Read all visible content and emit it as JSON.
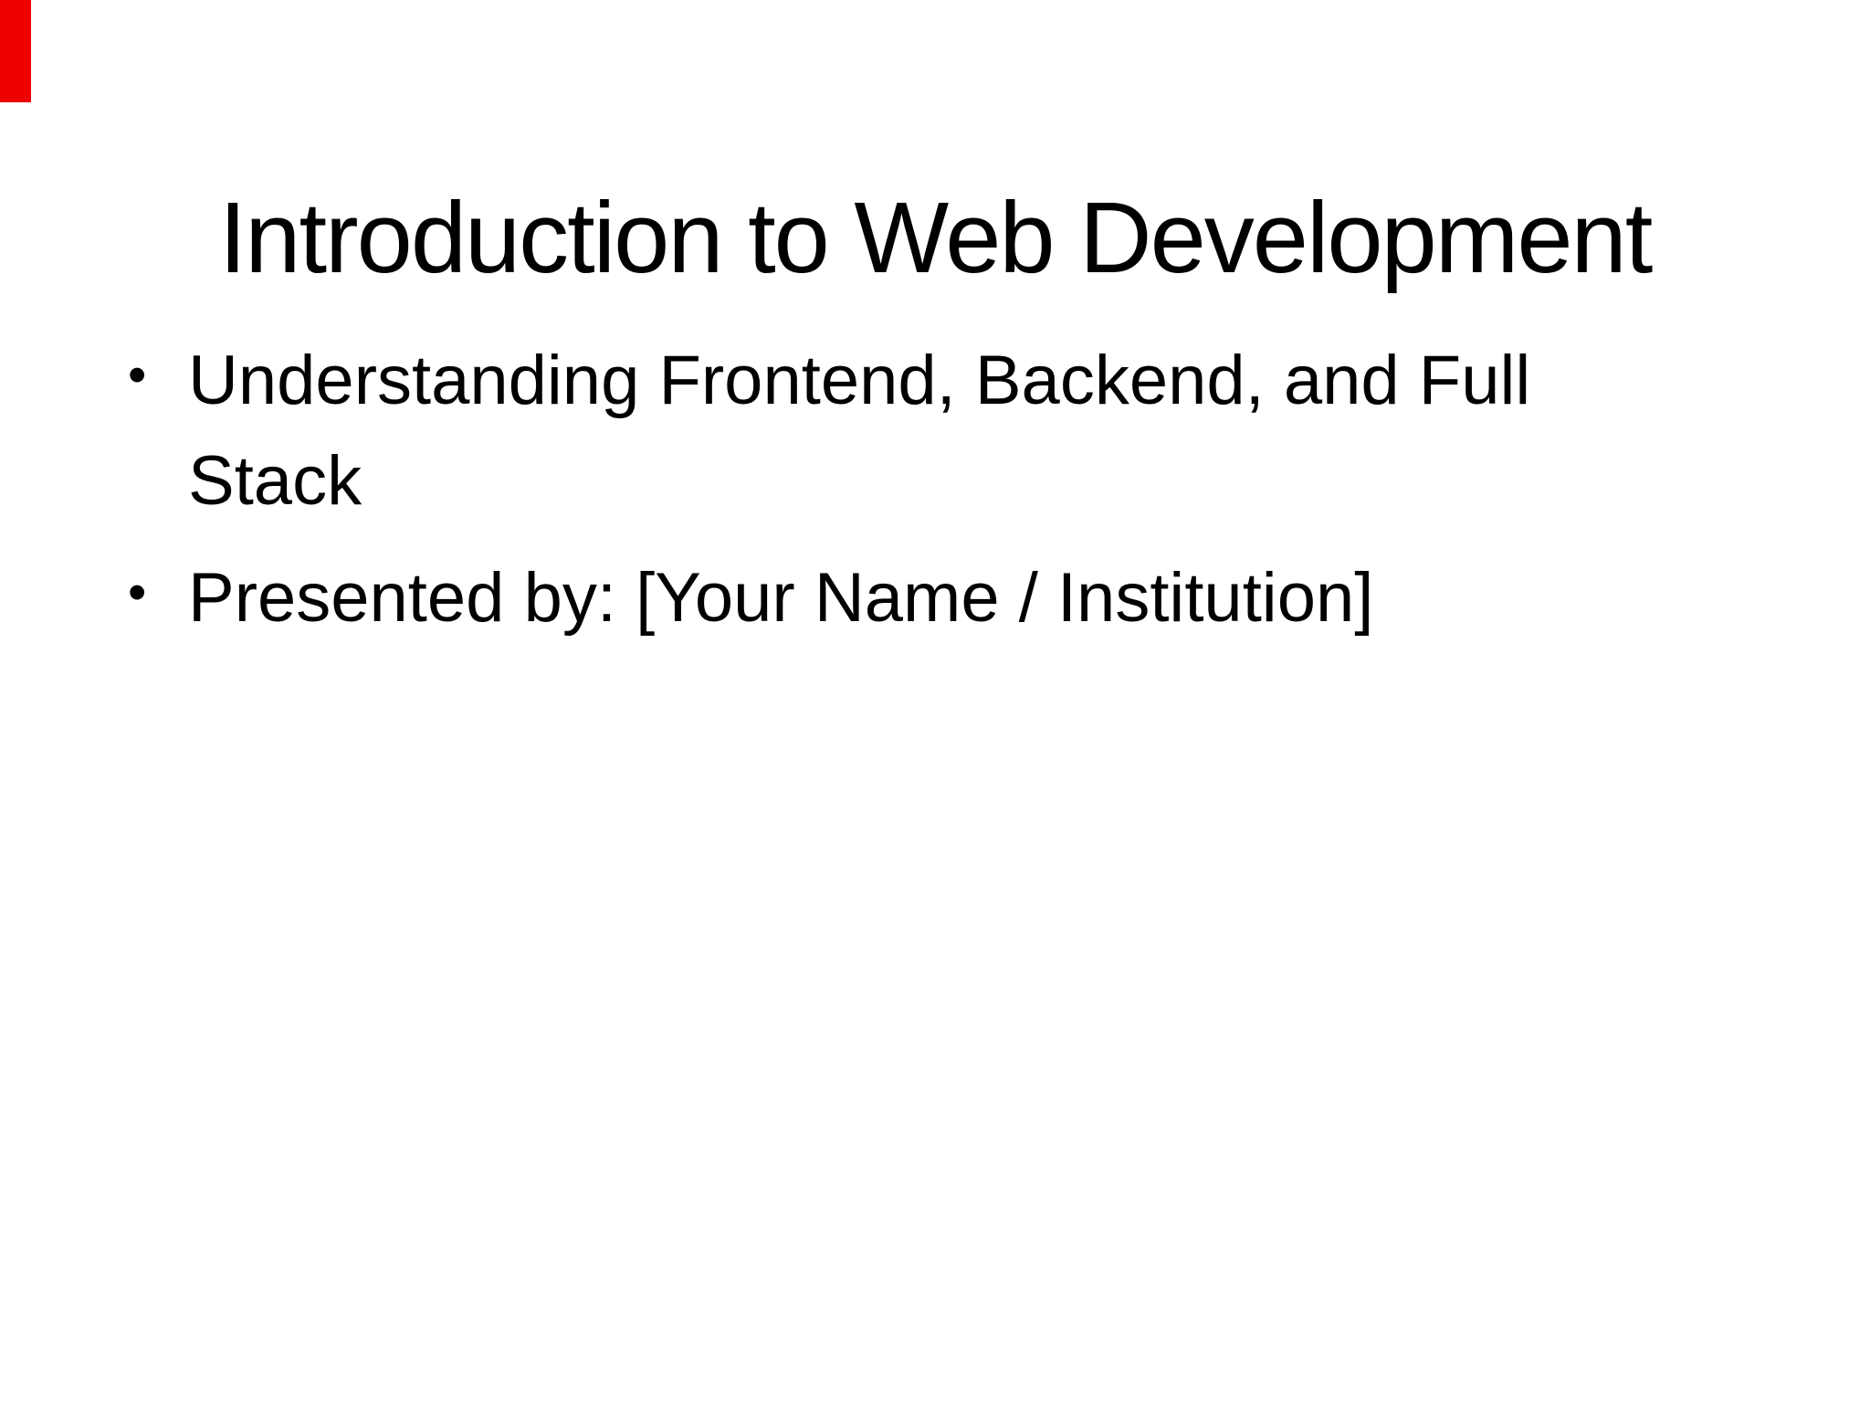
{
  "slide": {
    "title": "Introduction to Web Development",
    "bullets": [
      "Understanding Frontend, Backend, and Full Stack",
      "Presented by: [Your Name / Institution]"
    ],
    "bullet_glyph": "•",
    "colors": {
      "background": "#ffffff",
      "text": "#000000",
      "corner_marker": "#ee0000"
    }
  }
}
